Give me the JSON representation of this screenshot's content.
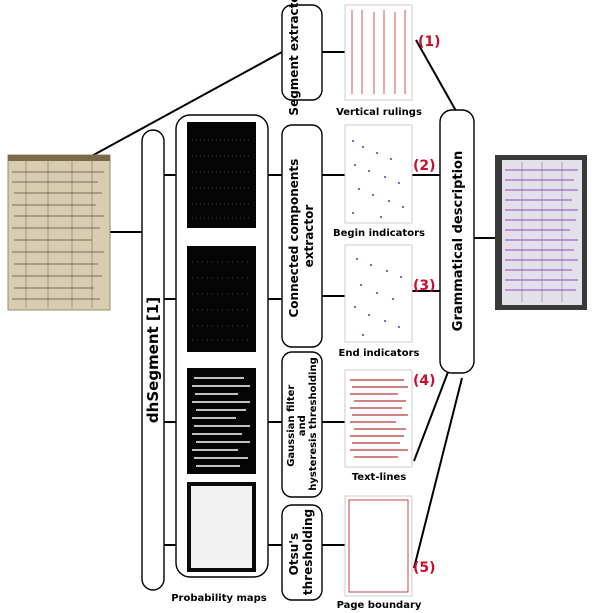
{
  "pipeline": {
    "network_label": "dhSegment [1]",
    "probability_caption": "Probability maps",
    "extractors": {
      "segment": "Segment extractor",
      "connected_line1": "Connected components",
      "connected_line2": "extractor",
      "gaussian_line1": "Gaussian filter",
      "gaussian_line2": "and",
      "gaussian_line3": "hysteresis thresholding",
      "otsu_line1": "Otsu's",
      "otsu_line2": "thresholding"
    },
    "outputs": [
      {
        "caption": "Vertical rulings",
        "number": "(1)"
      },
      {
        "caption": "Begin indicators",
        "number": "(2)"
      },
      {
        "caption": "End indicators",
        "number": "(3)"
      },
      {
        "caption": "Text-lines",
        "number": "(4)"
      },
      {
        "caption": "Page boundary",
        "number": "(5)"
      }
    ],
    "grammar_label": "Grammatical description"
  },
  "colors": {
    "accent_red": "#c8102e",
    "ruling_red": "#d04040",
    "marker_blue": "#6a6ad8",
    "page_parchment": "#d8cdb0",
    "page_dark": "#3a3a3a"
  }
}
